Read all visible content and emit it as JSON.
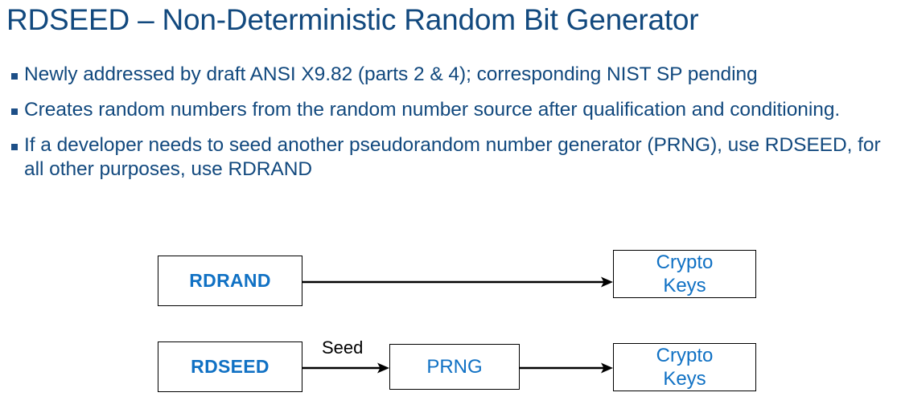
{
  "slide": {
    "title": "RDSEED – Non-Deterministic Random Bit Generator",
    "title_color": "#12497e",
    "body_color": "#12497e",
    "box_label_color": "#1071c4",
    "box_border_color": "#000000",
    "arrow_color": "#000000",
    "background": "#ffffff"
  },
  "bullets": [
    {
      "marker": "square-bullet",
      "text": "Newly addressed by draft ANSI X9.82 (parts 2 & 4); corresponding NIST SP pending"
    },
    {
      "marker": "square-bullet",
      "text": "Creates random numbers from the random number source after qualification and conditioning."
    },
    {
      "marker": "square-bullet",
      "text": "If a developer needs to seed another pseudorandom number generator (PRNG), use RDSEED, for all other purposes, use RDRAND"
    }
  ],
  "diagram": {
    "type": "flow",
    "nodes": [
      {
        "id": "rdrand",
        "label": "RDRAND",
        "style": "bold",
        "row": 1
      },
      {
        "id": "cryptokeys1",
        "label_line1": "Crypto",
        "label_line2": "Keys",
        "style": "regular",
        "row": 1
      },
      {
        "id": "rdseed",
        "label": "RDSEED",
        "style": "bold",
        "row": 2
      },
      {
        "id": "prng",
        "label": "PRNG",
        "style": "regular",
        "row": 2
      },
      {
        "id": "cryptokeys2",
        "label_line1": "Crypto",
        "label_line2": "Keys",
        "style": "regular",
        "row": 2
      }
    ],
    "edges": [
      {
        "id": "rdrand-to-cryptokeys1",
        "from": "rdrand",
        "to": "cryptokeys1",
        "label": ""
      },
      {
        "id": "rdseed-to-prng",
        "from": "rdseed",
        "to": "prng",
        "label": "Seed"
      },
      {
        "id": "prng-to-cryptokeys2",
        "from": "prng",
        "to": "cryptokeys2",
        "label": ""
      }
    ],
    "edge_labels": {
      "seed": "Seed"
    }
  }
}
